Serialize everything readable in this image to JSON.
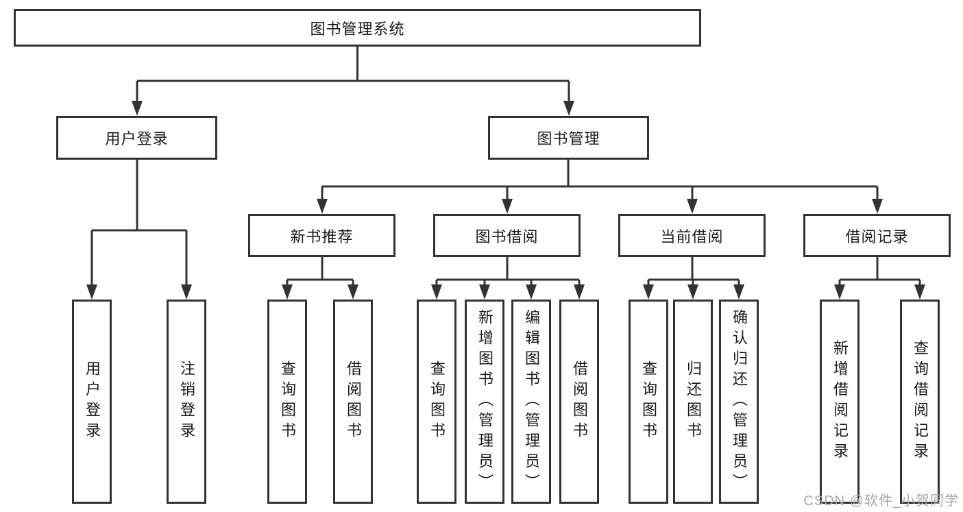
{
  "tree": {
    "root": {
      "label": "图书管理系统"
    },
    "branches": [
      {
        "label": "用户登录",
        "children": [
          {
            "label": "用户登录"
          },
          {
            "label": "注销登录"
          }
        ]
      },
      {
        "label": "图书管理",
        "children": [
          {
            "label": "新书推荐",
            "children": [
              {
                "label": "查询图书"
              },
              {
                "label": "借阅图书"
              }
            ]
          },
          {
            "label": "图书借阅",
            "children": [
              {
                "label": "查询图书"
              },
              {
                "label": "新增图书（管理员）"
              },
              {
                "label": "编辑图书（管理员）"
              },
              {
                "label": "借阅图书"
              }
            ]
          },
          {
            "label": "当前借阅",
            "children": [
              {
                "label": "查询图书"
              },
              {
                "label": "归还图书"
              },
              {
                "label": "确认归还（管理员）"
              }
            ]
          },
          {
            "label": "借阅记录",
            "children": [
              {
                "label": "新增借阅记录"
              },
              {
                "label": "查询借阅记录"
              }
            ]
          }
        ]
      }
    ]
  },
  "watermark": {
    "text": "CSDN @软件_小贺同学"
  },
  "colors": {
    "line": "#333333",
    "box_border": "#333333",
    "box_fill": "#ffffff",
    "text": "#1a1a1a",
    "watermark": "#a8a8a8"
  }
}
